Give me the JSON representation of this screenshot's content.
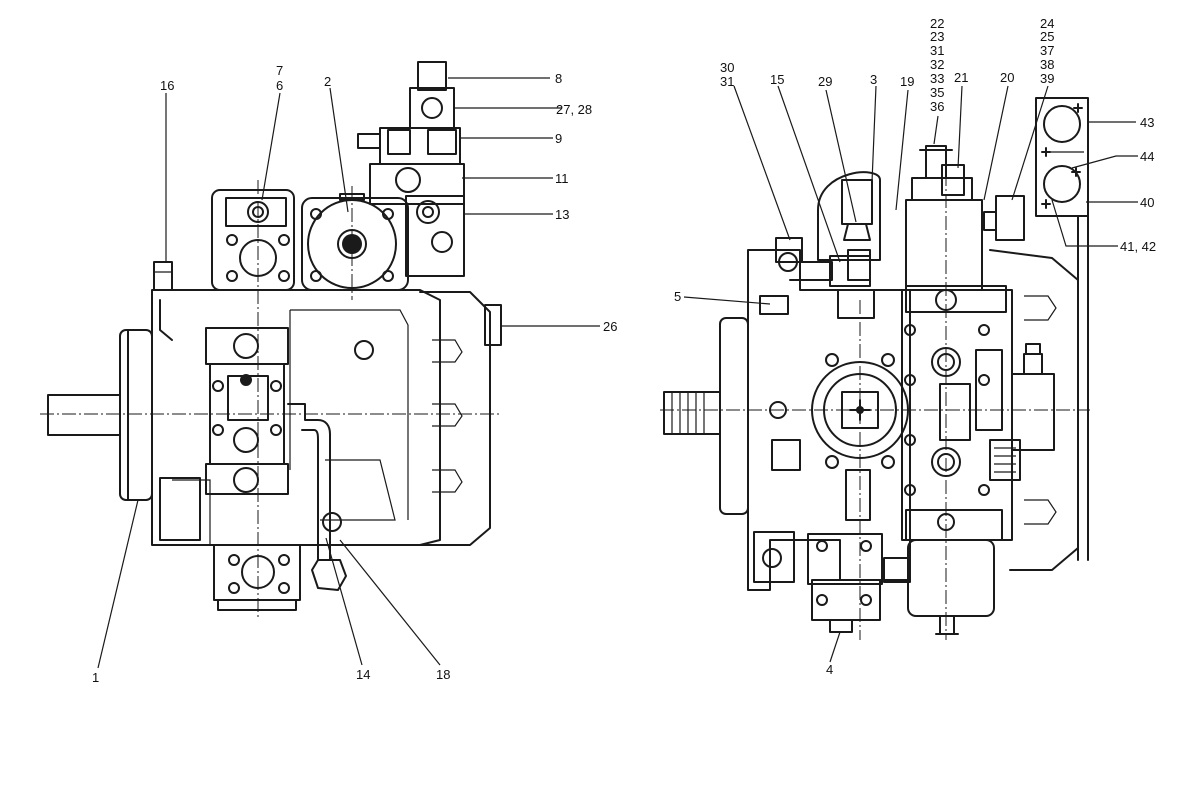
{
  "callouts": {
    "c1": "1",
    "c2": "2",
    "c3": "3",
    "c4": "4",
    "c5": "5",
    "c6": "6",
    "c7": "7",
    "c8": "8",
    "c9": "9",
    "c11": "11",
    "c13": "13",
    "c14": "14",
    "c15": "15",
    "c16": "16",
    "c18": "18",
    "c19": "19",
    "c20": "20",
    "c21": "21",
    "c26": "26",
    "c27_28": "27, 28",
    "c29": "29",
    "c30": "30",
    "c31": "31",
    "c40": "40",
    "c41_42": "41, 42",
    "c43": "43",
    "c44": "44",
    "stack_a": [
      "22",
      "23",
      "31",
      "32",
      "33",
      "35",
      "36"
    ],
    "stack_b": [
      "24",
      "25",
      "37",
      "38",
      "39"
    ]
  }
}
